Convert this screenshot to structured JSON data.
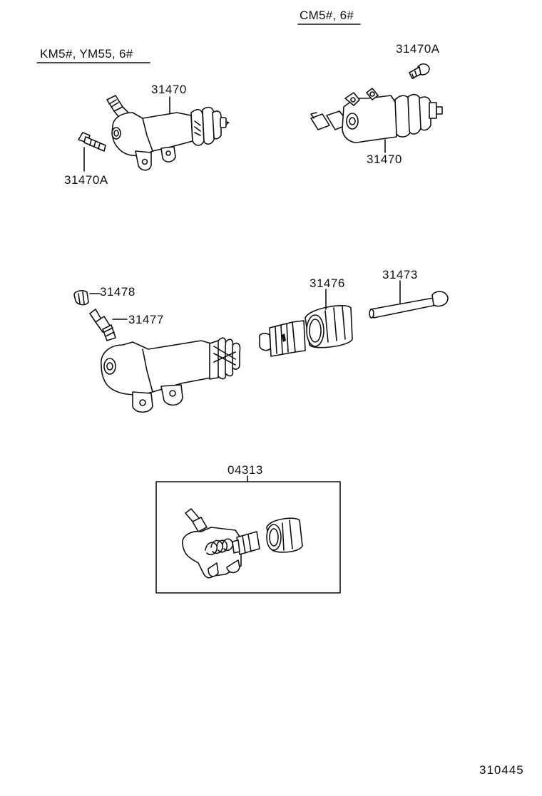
{
  "variants": {
    "left_header": "KM5#, YM55, 6#",
    "right_header": "CM5#, 6#"
  },
  "parts": {
    "cyl_left": "31470",
    "bleeder_left": "31470A",
    "bleeder_right": "31470A",
    "cyl_right": "31470",
    "cap": "31478",
    "plug": "31477",
    "piston": "31476",
    "rod": "31473",
    "kit": "04313"
  },
  "figure_number": "310445"
}
